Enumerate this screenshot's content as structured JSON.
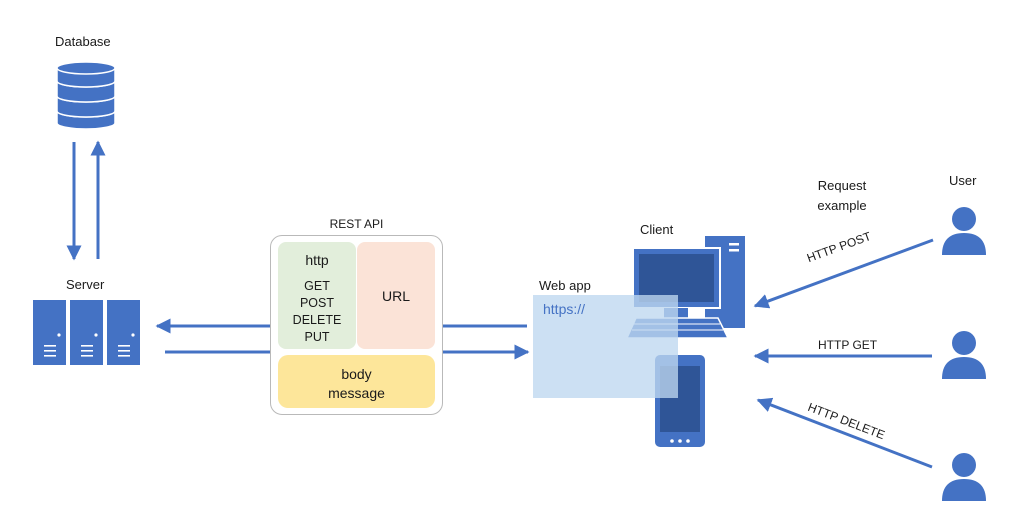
{
  "colors": {
    "icon_blue": "#4472c4",
    "icon_dark": "#2f5597",
    "http_panel": "#e2eedb",
    "url_panel": "#fbe3d7",
    "body_panel": "#fde69a",
    "webapp_overlay": "#bed7f0"
  },
  "icons": {
    "database": "database-icon",
    "server": "server-rack-icon",
    "client": "desktop-computer-icon",
    "mobile": "mobile-phone-icon",
    "user": "user-icon"
  },
  "labels": {
    "database": "Database",
    "server": "Server",
    "rest_api": "REST API",
    "client": "Client",
    "web_app": "Web app",
    "web_app_url": "https://",
    "request_example": "Request example",
    "user": "User"
  },
  "rest_api": {
    "http": "http",
    "methods": [
      "GET",
      "POST",
      "DELETE",
      "PUT"
    ],
    "url": "URL",
    "body": "body",
    "message": "message"
  },
  "requests": [
    {
      "label": "HTTP POST"
    },
    {
      "label": "HTTP GET"
    },
    {
      "label": "HTTP DELETE"
    }
  ]
}
